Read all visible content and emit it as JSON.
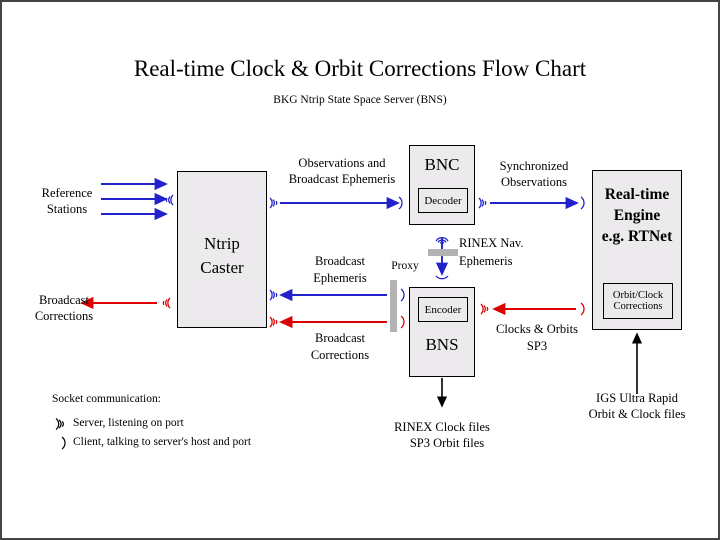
{
  "page": {
    "title": "Real-time Clock & Orbit Corrections Flow Chart",
    "subtitle": "BKG Ntrip State Space Server  (BNS)",
    "border_color": "#444444",
    "box_fill": "#eceaec",
    "blue": "#2222cc",
    "red": "#dd0000",
    "black": "#000000",
    "proxy_gray": "#b3b3b3"
  },
  "boxes": {
    "ntrip_caster": {
      "label_line1": "Ntrip",
      "label_line2": "Caster"
    },
    "bnc": {
      "label": "BNC",
      "inner_label": "Decoder"
    },
    "bns": {
      "label": "BNS",
      "inner_label": "Encoder"
    },
    "rt_engine": {
      "label_line1": "Real-time",
      "label_line2": "Engine",
      "label_line3": "e.g. RTNet",
      "inner_label_line1": "Orbit/Clock",
      "inner_label_line2": "Corrections"
    }
  },
  "labels": {
    "reference_stations_l1": "Reference",
    "reference_stations_l2": "Stations",
    "broadcast_corrections_out_l1": "Broadcast",
    "broadcast_corrections_out_l2": "Corrections",
    "observations_l1": "Observations and",
    "observations_l2": "Broadcast Ephemeris",
    "synchronized_l1": "Synchronized",
    "synchronized_l2": "Observations",
    "rinex_nav_l1": "RINEX Nav.",
    "rinex_nav_l2": "Ephemeris",
    "proxy": "Proxy",
    "broadcast_ephemeris_l1": "Broadcast",
    "broadcast_ephemeris_l2": "Ephemeris",
    "broadcast_corrections_l1": "Broadcast",
    "broadcast_corrections_l2": "Corrections",
    "clocks_orbits_l1": "Clocks & Orbits",
    "clocks_orbits_l2": "SP3",
    "rinex_files_l1": "RINEX Clock files",
    "rinex_files_l2": "SP3 Orbit files",
    "igs_l1": "IGS Ultra Rapid",
    "igs_l2": "Orbit & Clock files"
  },
  "legend": {
    "heading": "Socket communication:",
    "server_text": "Server, listening on port",
    "client_text": "Client, talking to server's host and port",
    "server_icon": "socket-server-icon",
    "client_icon": "socket-client-icon"
  },
  "icons": {
    "server": "socket-server-waves-icon",
    "client": "socket-client-paren-icon"
  }
}
